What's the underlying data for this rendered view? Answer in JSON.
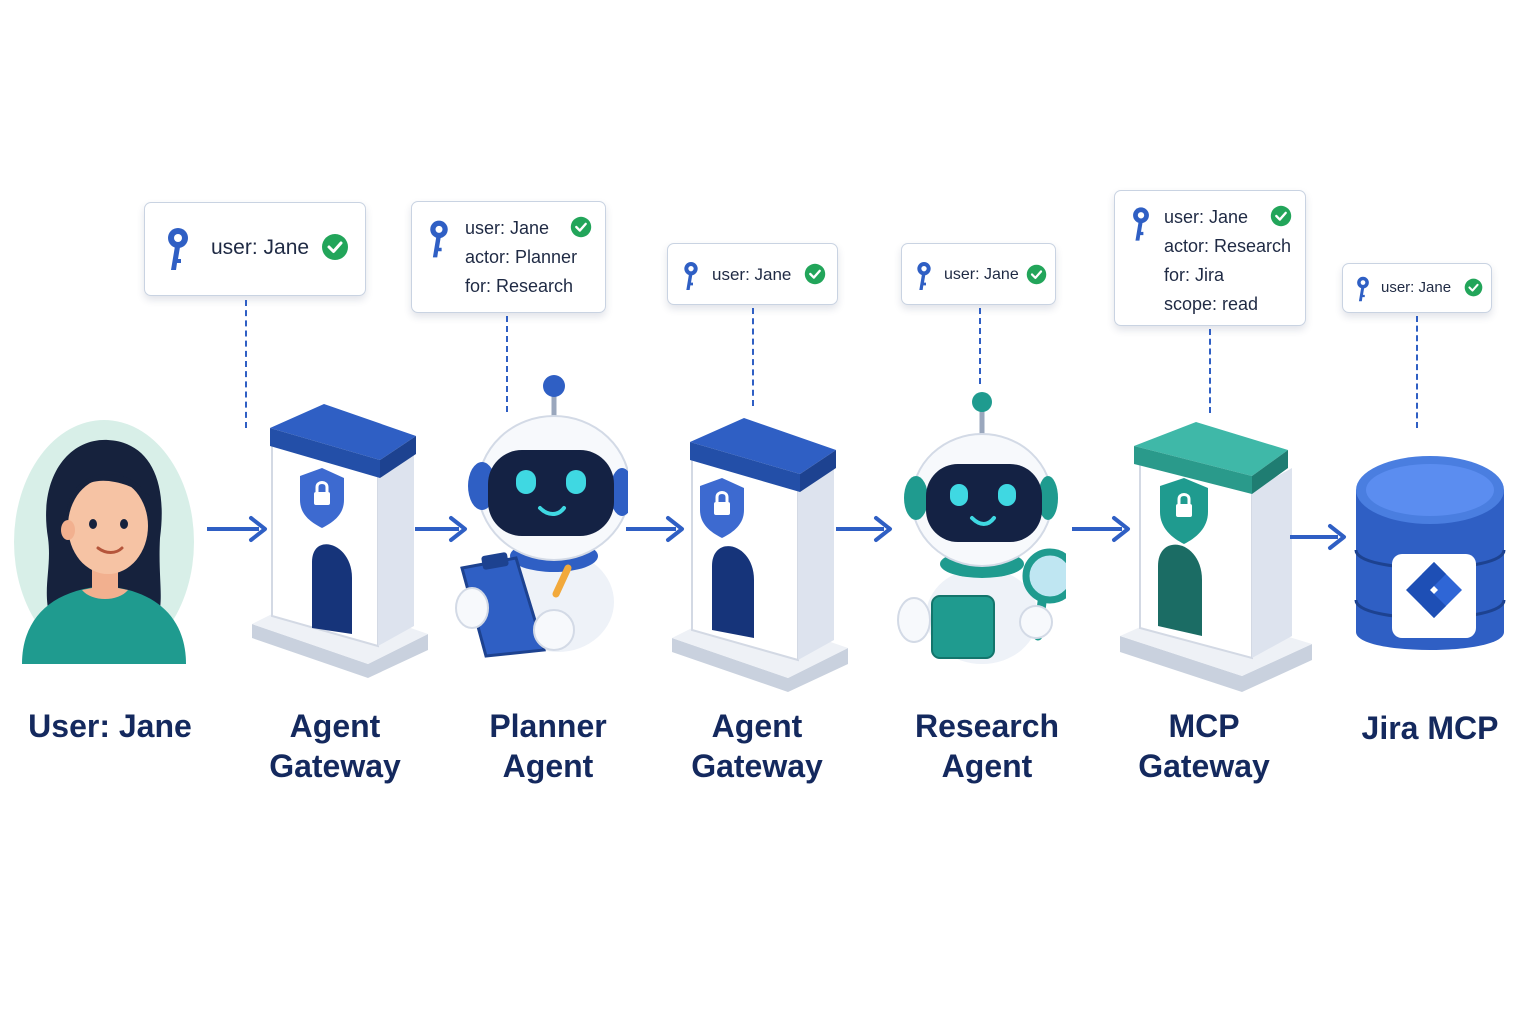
{
  "nodes": [
    {
      "id": "user",
      "label_lines": [
        "User: Jane"
      ],
      "icon": "person-icon"
    },
    {
      "id": "agent-gateway-1",
      "label_lines": [
        "Agent",
        "Gateway"
      ],
      "icon": "gateway-icon"
    },
    {
      "id": "planner",
      "label_lines": [
        "Planner",
        "Agent"
      ],
      "icon": "robot-clipboard-icon"
    },
    {
      "id": "agent-gateway-2",
      "label_lines": [
        "Agent",
        "Gateway"
      ],
      "icon": "gateway-icon"
    },
    {
      "id": "research",
      "label_lines": [
        "Research",
        "Agent"
      ],
      "icon": "robot-magnifier-icon"
    },
    {
      "id": "mcp-gateway",
      "label_lines": [
        "MCP",
        "Gateway"
      ],
      "icon": "gateway-teal-icon"
    },
    {
      "id": "jira",
      "label_lines": [
        "Jira MCP"
      ],
      "icon": "database-jira-icon"
    }
  ],
  "tokens": [
    {
      "lines": [
        "user: Jane"
      ]
    },
    {
      "lines": [
        "user: Jane",
        "actor: Planner",
        "for: Research"
      ]
    },
    {
      "lines": [
        "user: Jane"
      ]
    },
    {
      "lines": [
        "user: Jane"
      ]
    },
    {
      "lines": [
        "user: Jane",
        "actor: Research",
        "for: Jira",
        "scope: read"
      ]
    },
    {
      "lines": [
        "user: Jane"
      ]
    }
  ],
  "colors": {
    "blue": "#2f5fc4",
    "navy": "#14295e",
    "teal": "#1f9b8f",
    "check": "#22a55a"
  }
}
